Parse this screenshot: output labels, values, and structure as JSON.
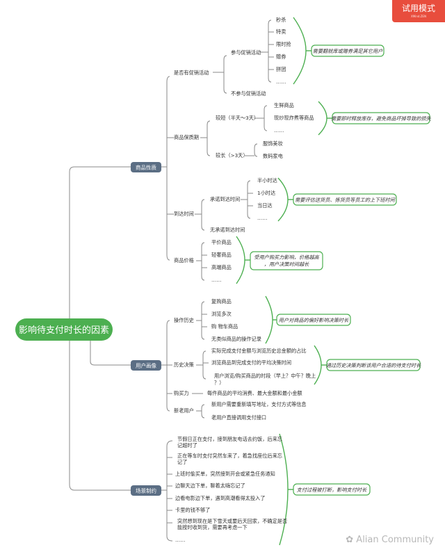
{
  "watermark": {
    "trial": "试用模式",
    "trial_sub": "XMind.ZEN",
    "community": "Alian Community"
  },
  "root": "影响待支付时长的因素",
  "hub1": {
    "label": "商品性质",
    "promo": {
      "label": "是否有促销活动",
      "yes": "参与促销活动",
      "items": [
        "秒杀",
        "特卖",
        "限时抢",
        "赠券",
        "拼团",
        "……"
      ],
      "no": "不参与促销活动",
      "note": "需要翻就库或赠券满足其它用户"
    },
    "shelf": {
      "label": "商品保质期",
      "short": "较短（半天～3天）",
      "short_items": [
        "生鲜商品",
        "现炒现炸煮等商品",
        "……"
      ],
      "short_note": "需要即时释放库存，避免商品坏掉导致的损失",
      "long": "较长（>3天）",
      "long_items": [
        "服饰美妆",
        "数码家电"
      ]
    },
    "arrival": {
      "label": "到达时间",
      "promise": "承诺到达时间",
      "items": [
        "半小时达",
        "1小时达",
        "当日达",
        "……"
      ],
      "no": "无承诺到达时间",
      "note": "需要评估送货员、拣货员等员工的上下班时间"
    },
    "price": {
      "label": "商品价格",
      "items": [
        "平价商品",
        "轻奢商品",
        "高端商品",
        "……"
      ],
      "note": "受用户购买力影响，价格越高，用户决策时间越长"
    }
  },
  "hub2": {
    "label": "用户画像",
    "history": {
      "label": "操作历史",
      "items": [
        "复购商品",
        "浏览多次",
        "购 物车商品",
        "无类似商品的操作记录"
      ],
      "note": "用户对商品的偏好影响决策时长"
    },
    "decision": {
      "label": "历史决策",
      "items": [
        "实际完成支付金额与浏览历史总金额的占比",
        "浏览商品到完成支付的平均决策时间",
        "用户浏览/购买商品的时段（早上？中午？晚上？）"
      ],
      "note": "通过历史决策判断该用户合适的待支付时长"
    },
    "power": {
      "label": "购买力",
      "desc": "每件商品的平均消费、最大金额和最小金额"
    },
    "newold": {
      "label": "新老用户",
      "items": [
        "新用户需要重新填写地址，支付方式等信息",
        "老用户直接调用支付接口"
      ]
    }
  },
  "hub3": {
    "label": "场景制约",
    "items": [
      "节假日正在支付，接到朋友电话去约饭，后来忘记超时了",
      "正在等车时支付突然车来了，着急找座位后来忘记了",
      "上班时偷买单，突然接到开会或紧急任务通知",
      "边聊天边下单，聊着太嗨忘记了",
      "边看电影边下单，遇到高潮看得太投入了",
      "卡里的钱不够了",
      "突然想到现在是下雪天或要后天回家，不确定是否能按时收到货，需要再考虑一下",
      "……"
    ],
    "note": "支付过程被打断，影响支付时长"
  }
}
